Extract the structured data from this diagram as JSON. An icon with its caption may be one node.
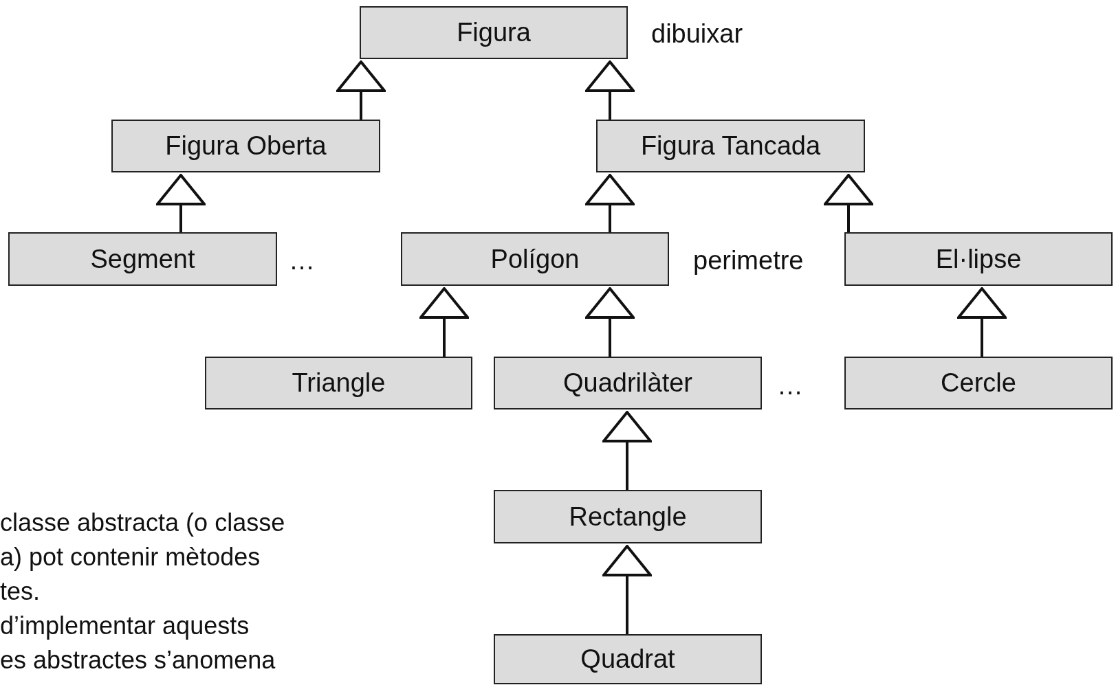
{
  "diagram": {
    "nodes": [
      {
        "text": [
          "Figura"
        ],
        "beside": [
          "dibuixar"
        ]
      },
      {
        "text": [
          "Figura Oberta"
        ]
      },
      {
        "text": [
          "Figura Tancada"
        ]
      },
      {
        "text": [
          "Segment"
        ]
      },
      {
        "text": [
          "Polígon"
        ],
        "beside": [
          "perimetre"
        ]
      },
      {
        "text": [
          "El·lipse"
        ]
      },
      {
        "text": [
          "Triangle"
        ]
      },
      {
        "text": [
          "Quadrilàter"
        ]
      },
      {
        "text": [
          "Cercle"
        ]
      },
      {
        "text": [
          "Rectangle"
        ]
      },
      {
        "text": [
          "Quadrat"
        ]
      }
    ],
    "edges": [
      {
        "from": 1,
        "to": 0,
        "arrow": "to"
      },
      {
        "from": 2,
        "to": 0,
        "arrow": "to"
      },
      {
        "from": 3,
        "to": 1,
        "arrow": "to"
      },
      {
        "from": 4,
        "to": 2,
        "arrow": "to"
      },
      {
        "from": 5,
        "to": 2,
        "arrow": "to"
      },
      {
        "from": 6,
        "to": 4,
        "arrow": "to"
      },
      {
        "from": 7,
        "to": 4,
        "arrow": "to"
      },
      {
        "from": 8,
        "to": 5,
        "arrow": "to"
      },
      {
        "from": 9,
        "to": 7,
        "arrow": "to"
      },
      {
        "from": 10,
        "to": 9,
        "arrow": "to"
      }
    ],
    "labels": [
      "…",
      "…",
      "classe abstracta (o classe",
      "a) pot contenir mètodes",
      "tes.",
      "d’implementar aquests",
      "es abstractes s’anomena"
    ]
  }
}
